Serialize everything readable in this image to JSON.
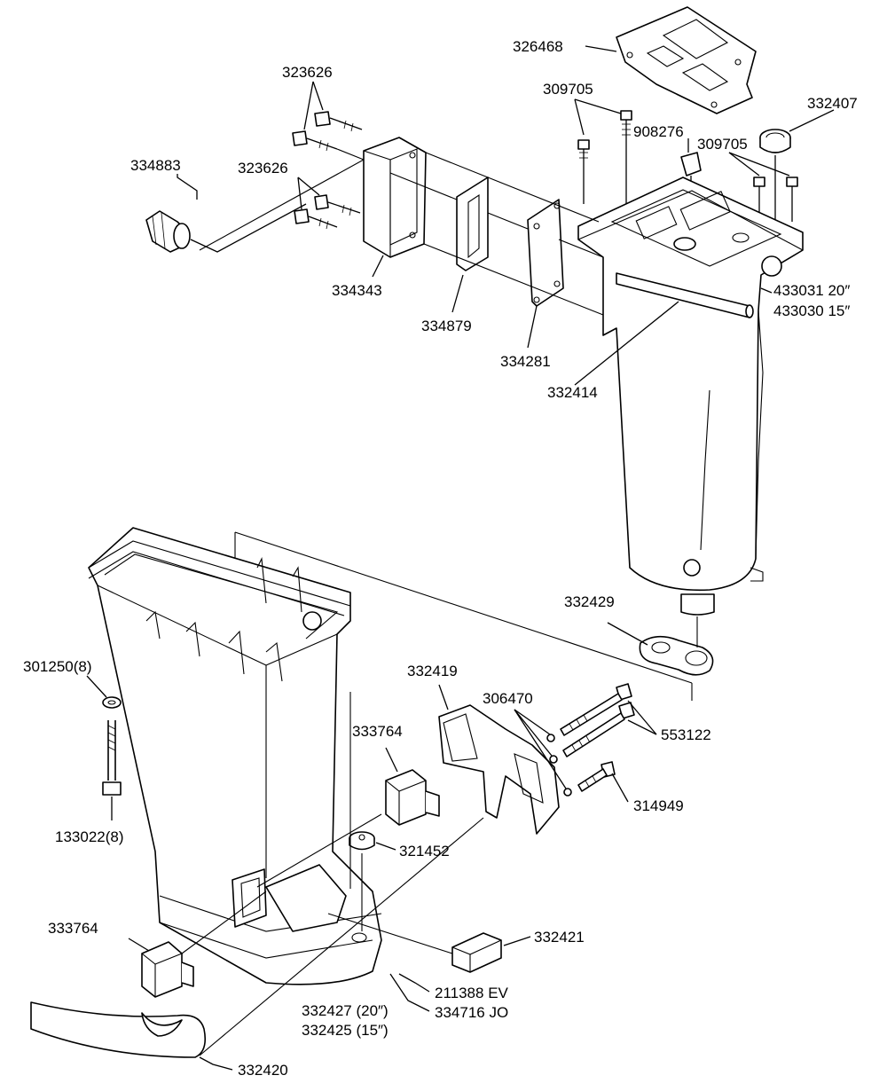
{
  "labels": {
    "p326468": "326468",
    "p309705a": "309705",
    "p323626a": "323626",
    "p332407": "332407",
    "p908276": "908276",
    "p309705b": "309705",
    "p334883": "334883",
    "p323626b": "323626",
    "p334343": "334343",
    "p334879": "334879",
    "p334281": "334281",
    "p332414": "332414",
    "p433031": "433031 20″",
    "p433030": "433030 15″",
    "p332429": "332429",
    "p301250": "301250(8)",
    "p332419": "332419",
    "p306470": "306470",
    "p553122": "553122",
    "p333764a": "333764",
    "p314949": "314949",
    "p133022": "133022(8)",
    "p321452": "321452",
    "p333764b": "333764",
    "p332421": "332421",
    "p211388": "211388 EV",
    "p334716": "334716 JO",
    "p332427": "332427 (20″)",
    "p332425": "332425 (15″)",
    "p332420": "332420"
  }
}
